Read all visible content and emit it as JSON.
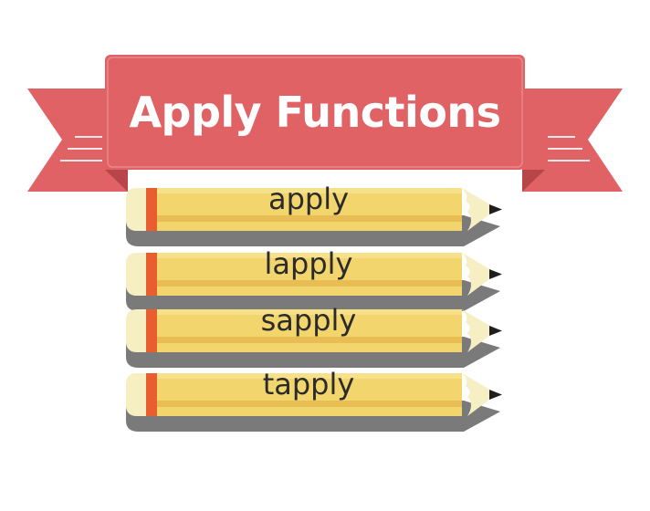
{
  "banner": {
    "title": "Apply Functions"
  },
  "pencils": [
    {
      "label": "apply"
    },
    {
      "label": "lapply"
    },
    {
      "label": "sapply"
    },
    {
      "label": "tapply"
    }
  ],
  "colors": {
    "banner_red": "#e06265",
    "banner_red_dark": "#c94f52",
    "pencil_yellow": "#f2d56c",
    "pencil_yellow_light": "#f6e08a",
    "pencil_stripe": "#e8bd54",
    "eraser_band": "#e85e2f",
    "pencil_cream": "#f5efc3",
    "pencil_shadow": "#7a7a7a",
    "lead": "#1f1f1f",
    "text": "#2b2b2b"
  }
}
